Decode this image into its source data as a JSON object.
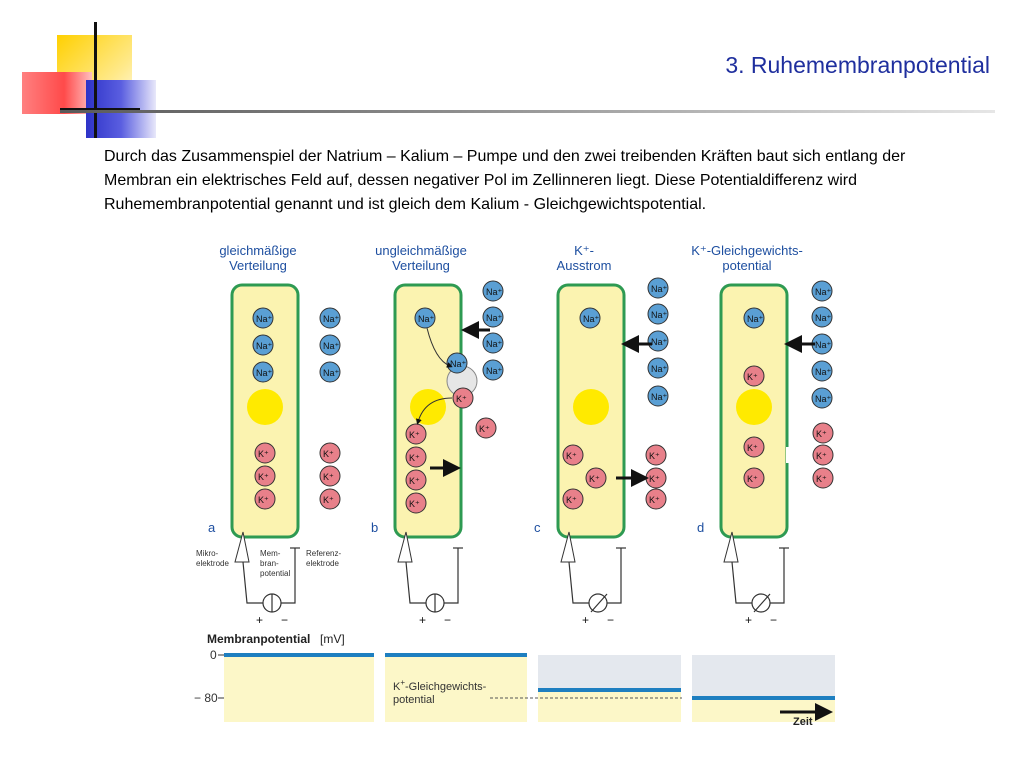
{
  "slide": {
    "title": "3. Ruhemembranpotential",
    "intro": "Durch das Zusammenspiel der Natrium – Kalium – Pumpe und den zwei treibenden Kräften baut sich entlang der Membran ein elektrisches Feld auf, dessen negativer Pol im Zellinneren liegt. Diese Potentialdifferenz wird Ruhemembranpotential genannt und ist gleich dem Kalium - Gleichgewichtspotential."
  },
  "figure": {
    "panels": [
      {
        "letter": "a",
        "heading": [
          "gleichmäßige",
          "Verteilung"
        ]
      },
      {
        "letter": "b",
        "heading": [
          "ungleichmäßige",
          "Verteilung"
        ]
      },
      {
        "letter": "c",
        "heading": [
          "K⁺-",
          "Ausstrom"
        ]
      },
      {
        "letter": "d",
        "heading": [
          "K⁺-Gleichgewichts-",
          "potential"
        ]
      }
    ],
    "ions": {
      "na": "Na⁺",
      "k": "K⁺"
    },
    "electrode_labels": {
      "micro": [
        "Mikro-",
        "elektrode"
      ],
      "membrane": [
        "Mem-",
        "bran-",
        "potential"
      ],
      "reference": [
        "Referenz-",
        "elektrode"
      ]
    },
    "signs": {
      "plus": "+",
      "minus": "−"
    },
    "graph": {
      "title_bold": "Membranpotential",
      "title_unit": " [mV]",
      "y_ticks": [
        "0",
        "− 80"
      ],
      "k_label_prefix": "K",
      "k_label_sup": "+",
      "k_label_rest": "-Gleichgewichts-",
      "k_label_line2": "potential",
      "time_label": "Zeit"
    },
    "membrane_potential_mV": [
      0,
      0,
      -65,
      -80
    ],
    "k_equilibrium_mV": -80
  },
  "colors": {
    "title": "#1f2f9e",
    "cell_fill": "#fbf3b0",
    "cell_border": "#2e9a52",
    "nucleus": "#ffea00",
    "na_fill": "#5a9fd4",
    "k_fill": "#e8808a",
    "potential_line": "#1e7fc0",
    "graph_fill": "#fcf7c8"
  }
}
